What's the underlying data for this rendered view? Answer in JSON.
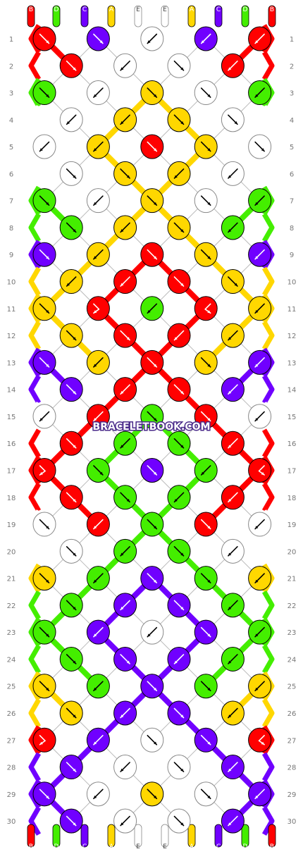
{
  "site_watermark": "BRACELETBOOK.COM",
  "strings": [
    "B",
    "D",
    "C",
    "A",
    "E",
    "E",
    "A",
    "C",
    "D",
    "B"
  ],
  "bottom_strings": [
    "B",
    "D",
    "C",
    "A",
    "E",
    "E",
    "A",
    "C",
    "D",
    "B"
  ],
  "string_colors": {
    "A": "#ffd700",
    "B": "#ff0000",
    "C": "#7000ff",
    "D": "#44ee00",
    "E": "#ffffff"
  },
  "row_numbers": [
    "1",
    "2",
    "3",
    "4",
    "5",
    "6",
    "7",
    "8",
    "9",
    "10",
    "11",
    "12",
    "13",
    "14",
    "15",
    "16",
    "17",
    "18",
    "19",
    "20",
    "21",
    "22",
    "23",
    "24",
    "25",
    "26",
    "27",
    "28",
    "29",
    "30"
  ],
  "knot_rows": [
    [
      [
        "B",
        "f"
      ],
      [
        "C",
        "f"
      ],
      [
        "E",
        "b"
      ],
      [
        "C",
        "b"
      ],
      [
        "B",
        "b"
      ]
    ],
    [
      [
        "B",
        "f"
      ],
      [
        "E",
        "b"
      ],
      [
        "E",
        "f"
      ],
      [
        "B",
        "b"
      ]
    ],
    [
      [
        "D",
        "f"
      ],
      [
        "E",
        "b"
      ],
      [
        "A",
        "f"
      ],
      [
        "E",
        "f"
      ],
      [
        "D",
        "b"
      ]
    ],
    [
      [
        "E",
        "b"
      ],
      [
        "A",
        "b"
      ],
      [
        "A",
        "f"
      ],
      [
        "E",
        "f"
      ]
    ],
    [
      [
        "E",
        "b"
      ],
      [
        "A",
        "b"
      ],
      [
        "B",
        "f"
      ],
      [
        "A",
        "f"
      ],
      [
        "E",
        "f"
      ]
    ],
    [
      [
        "E",
        "f"
      ],
      [
        "A",
        "f"
      ],
      [
        "A",
        "b"
      ],
      [
        "E",
        "b"
      ]
    ],
    [
      [
        "D",
        "f"
      ],
      [
        "E",
        "b"
      ],
      [
        "A",
        "f"
      ],
      [
        "E",
        "f"
      ],
      [
        "D",
        "b"
      ]
    ],
    [
      [
        "D",
        "f"
      ],
      [
        "A",
        "b"
      ],
      [
        "A",
        "f"
      ],
      [
        "D",
        "b"
      ]
    ],
    [
      [
        "C",
        "f"
      ],
      [
        "A",
        "b"
      ],
      [
        "B",
        "f"
      ],
      [
        "A",
        "f"
      ],
      [
        "C",
        "b"
      ]
    ],
    [
      [
        "A",
        "b"
      ],
      [
        "B",
        "b"
      ],
      [
        "B",
        "f"
      ],
      [
        "A",
        "f"
      ]
    ],
    [
      [
        "A",
        "f"
      ],
      [
        "B",
        "fb"
      ],
      [
        "D",
        "b"
      ],
      [
        "B",
        "bf"
      ],
      [
        "A",
        "b"
      ]
    ],
    [
      [
        "A",
        "f"
      ],
      [
        "B",
        "f"
      ],
      [
        "B",
        "b"
      ],
      [
        "A",
        "b"
      ]
    ],
    [
      [
        "C",
        "f"
      ],
      [
        "A",
        "b"
      ],
      [
        "B",
        "f"
      ],
      [
        "A",
        "f"
      ],
      [
        "C",
        "b"
      ]
    ],
    [
      [
        "C",
        "f"
      ],
      [
        "B",
        "b"
      ],
      [
        "B",
        "f"
      ],
      [
        "C",
        "b"
      ]
    ],
    [
      [
        "E",
        "b"
      ],
      [
        "B",
        "b"
      ],
      [
        "D",
        "f"
      ],
      [
        "B",
        "f"
      ],
      [
        "E",
        "b"
      ]
    ],
    [
      [
        "B",
        "f"
      ],
      [
        "D",
        "b"
      ],
      [
        "D",
        "f"
      ],
      [
        "B",
        "b"
      ]
    ],
    [
      [
        "B",
        "fb"
      ],
      [
        "D",
        "f"
      ],
      [
        "C",
        "f"
      ],
      [
        "D",
        "b"
      ],
      [
        "B",
        "bf"
      ]
    ],
    [
      [
        "B",
        "f"
      ],
      [
        "D",
        "f"
      ],
      [
        "D",
        "b"
      ],
      [
        "B",
        "b"
      ]
    ],
    [
      [
        "E",
        "f"
      ],
      [
        "B",
        "b"
      ],
      [
        "D",
        "f"
      ],
      [
        "B",
        "f"
      ],
      [
        "E",
        "b"
      ]
    ],
    [
      [
        "E",
        "f"
      ],
      [
        "D",
        "b"
      ],
      [
        "D",
        "f"
      ],
      [
        "E",
        "b"
      ]
    ],
    [
      [
        "A",
        "f"
      ],
      [
        "D",
        "b"
      ],
      [
        "C",
        "f"
      ],
      [
        "D",
        "f"
      ],
      [
        "A",
        "b"
      ]
    ],
    [
      [
        "D",
        "f"
      ],
      [
        "C",
        "b"
      ],
      [
        "C",
        "f"
      ],
      [
        "D",
        "b"
      ]
    ],
    [
      [
        "D",
        "f"
      ],
      [
        "C",
        "b"
      ],
      [
        "E",
        "b"
      ],
      [
        "C",
        "f"
      ],
      [
        "D",
        "b"
      ]
    ],
    [
      [
        "D",
        "f"
      ],
      [
        "C",
        "f"
      ],
      [
        "C",
        "b"
      ],
      [
        "D",
        "b"
      ]
    ],
    [
      [
        "A",
        "f"
      ],
      [
        "D",
        "b"
      ],
      [
        "C",
        "f"
      ],
      [
        "D",
        "f"
      ],
      [
        "A",
        "b"
      ]
    ],
    [
      [
        "A",
        "f"
      ],
      [
        "C",
        "b"
      ],
      [
        "C",
        "f"
      ],
      [
        "A",
        "b"
      ]
    ],
    [
      [
        "B",
        "fb"
      ],
      [
        "C",
        "b"
      ],
      [
        "E",
        "f"
      ],
      [
        "C",
        "f"
      ],
      [
        "B",
        "bf"
      ]
    ],
    [
      [
        "C",
        "f"
      ],
      [
        "E",
        "b"
      ],
      [
        "E",
        "f"
      ],
      [
        "C",
        "b"
      ]
    ],
    [
      [
        "C",
        "f"
      ],
      [
        "E",
        "b"
      ],
      [
        "A",
        "f"
      ],
      [
        "E",
        "f"
      ],
      [
        "C",
        "b"
      ]
    ],
    [
      [
        "C",
        "f"
      ],
      [
        "E",
        "b"
      ],
      [
        "E",
        "f"
      ],
      [
        "C",
        "b"
      ]
    ]
  ]
}
